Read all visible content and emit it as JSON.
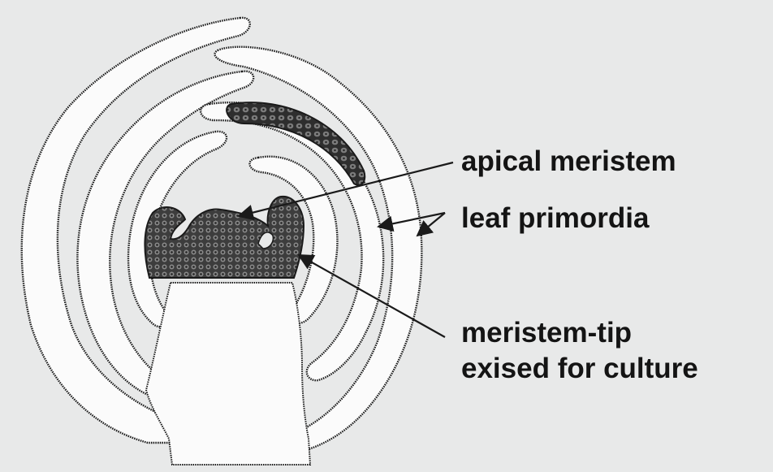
{
  "background_color": "#e8e9e9",
  "ink_color": "#1a1a1a",
  "tissue_fill": "#fbfbfb",
  "meristem_fill": "#4a4a4a",
  "labels": {
    "apical_meristem": "apical meristem",
    "leaf_primordia": "leaf primordia",
    "meristem_tip_line1": "meristem-tip",
    "meristem_tip_line2": "exised for culture"
  }
}
